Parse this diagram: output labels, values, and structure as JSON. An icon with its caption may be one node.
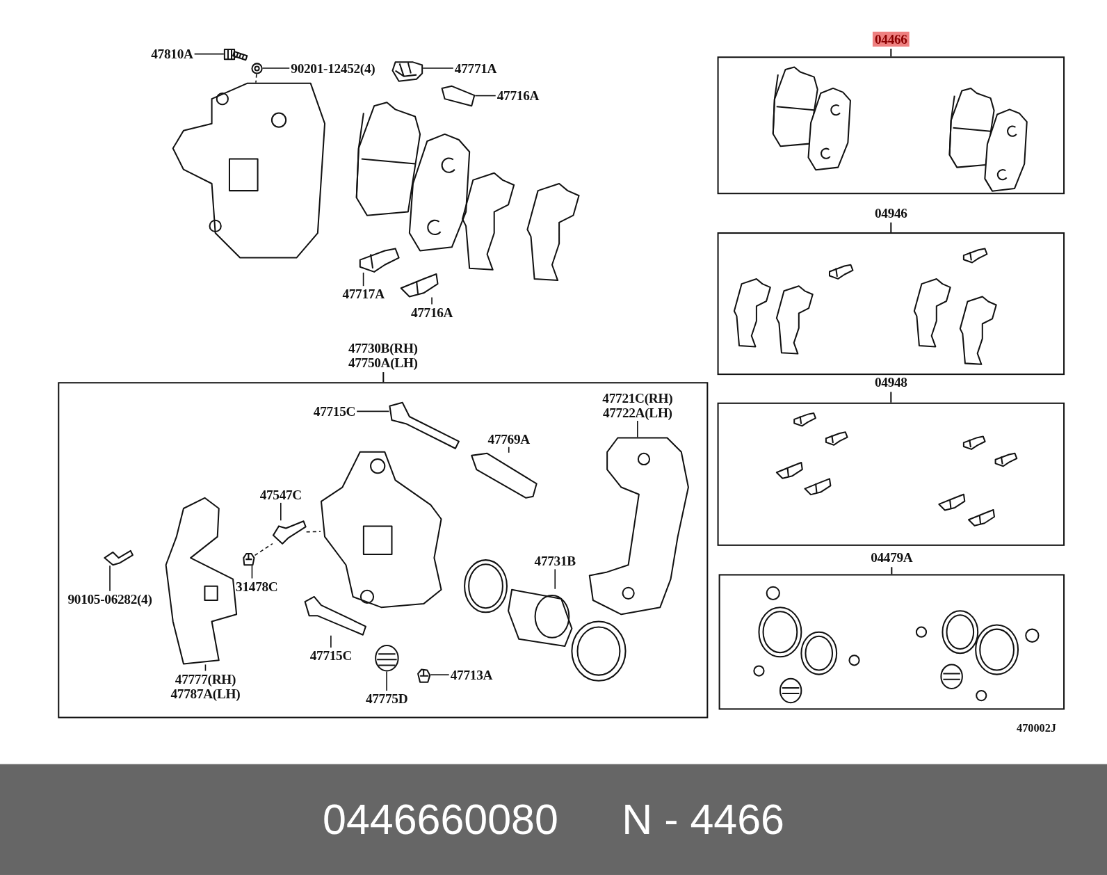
{
  "diagram": {
    "nodes": [
      {
        "text": [
          "47810A"
        ]
      },
      {
        "text": [
          "90201-12452(4)"
        ]
      },
      {
        "text": [
          "47771A"
        ]
      },
      {
        "text": [
          "47716A"
        ]
      },
      {
        "text": [
          "47717A"
        ]
      },
      {
        "text": [
          "47716A"
        ]
      },
      {
        "text": [
          "47730B(RH) 47750A(LH)"
        ]
      },
      {
        "text": [
          "47715C"
        ],
        "in": 6
      },
      {
        "text": [
          "47769A"
        ],
        "in": 6
      },
      {
        "text": [
          "47721C(RH) 47722A(LH)"
        ],
        "in": 6
      },
      {
        "text": [
          "47547C"
        ],
        "in": 6
      },
      {
        "text": [
          "31478C"
        ],
        "in": 6
      },
      {
        "text": [
          "47731B"
        ],
        "in": 6
      },
      {
        "text": [
          "90105-06282(4)"
        ],
        "in": 6
      },
      {
        "text": [
          "47715C"
        ],
        "in": 6
      },
      {
        "text": [
          "47713A"
        ],
        "in": 6
      },
      {
        "text": [
          "47777(RH) 47787A(LH)"
        ],
        "in": 6
      },
      {
        "text": [
          "47775D"
        ],
        "in": 6
      },
      {
        "text": [
          "04466"
        ]
      },
      {
        "text": [
          "04946"
        ]
      },
      {
        "text": [
          "04948"
        ]
      },
      {
        "text": [
          "04479A"
        ]
      },
      {
        "text": [],
        "shape": "picture"
      },
      {
        "text": [],
        "shape": "picture"
      },
      {
        "text": [],
        "shape": "picture"
      },
      {
        "text": [],
        "shape": "picture"
      },
      {
        "text": [],
        "shape": "picture"
      },
      {
        "text": [],
        "shape": "picture"
      },
      {
        "text": [],
        "shape": "picture"
      },
      {
        "text": [],
        "shape": "picture",
        "in": 6
      },
      {
        "text": [],
        "shape": "picture",
        "in": 6
      },
      {
        "text": [],
        "shape": "picture",
        "in": 6
      },
      {
        "text": [],
        "shape": "picture",
        "in": 6
      },
      {
        "text": [],
        "shape": "picture",
        "in": 6
      },
      {
        "text": [],
        "shape": "picture",
        "in": 6
      },
      {
        "text": [],
        "shape": "picture",
        "in": 6
      },
      {
        "text": [],
        "shape": "picture",
        "in": 6
      },
      {
        "text": [],
        "shape": "picture",
        "in": 6
      },
      {
        "text": [],
        "shape": "picture",
        "in": 6
      },
      {
        "text": [],
        "shape": "picture",
        "in": 6
      },
      {
        "text": [],
        "shape": "picture",
        "in": 6
      }
    ],
    "edges": [
      {
        "from": 0,
        "to": 22,
        "arrow": "none"
      },
      {
        "from": 1,
        "to": 23,
        "arrow": "none"
      },
      {
        "from": 2,
        "to": 25,
        "arrow": "none"
      },
      {
        "from": 3,
        "to": 26,
        "arrow": "none"
      },
      {
        "from": 4,
        "to": 27,
        "arrow": "none"
      },
      {
        "from": 5,
        "to": 28,
        "arrow": "none"
      },
      {
        "from": 7,
        "to": 29,
        "arrow": "none"
      },
      {
        "from": 8,
        "to": 30,
        "arrow": "none"
      },
      {
        "from": 9,
        "to": 31,
        "arrow": "none"
      },
      {
        "from": 10,
        "to": 32,
        "arrow": "none"
      },
      {
        "from": 11,
        "to": 34,
        "arrow": "none"
      },
      {
        "from": 12,
        "to": 35,
        "arrow": "none"
      },
      {
        "from": 13,
        "to": 36,
        "arrow": "none"
      },
      {
        "from": 14,
        "to": 38,
        "arrow": "none"
      },
      {
        "from": 15,
        "to": 40,
        "arrow": "none"
      },
      {
        "from": 16,
        "to": 37,
        "arrow": "none"
      },
      {
        "from": 17,
        "to": 39,
        "arrow": "none"
      },
      {
        "from": 23,
        "to": 24,
        "arrow": "none",
        "style": "dashed"
      },
      {
        "from": 34,
        "to": 32,
        "arrow": "none",
        "style": "dashed"
      },
      {
        "from": 32,
        "to": 33,
        "arrow": "none",
        "style": "dashed"
      }
    ],
    "labels": [
      "470002J",
      "0446660080",
      "N - 4466"
    ]
  }
}
